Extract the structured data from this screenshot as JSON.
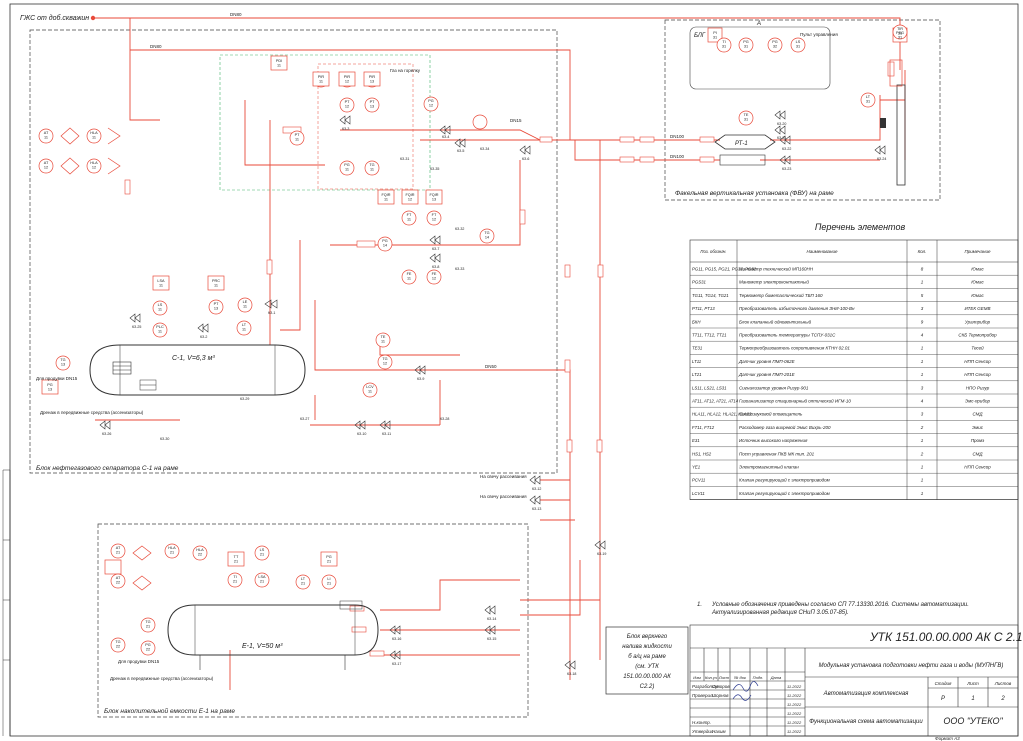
{
  "header": {
    "gas_source": "ГЖС от доб.скважин",
    "flare_caption": "Факельная вертикальная установка (ФВУ) на раме",
    "separator_caption": "Блок нефтегазового сепаратора С-1 на раме",
    "storage_caption": "Блок накопительной емкости Е-1 на раме",
    "upper_loading_caption": [
      "Блок верхнего",
      "налива жидкости",
      "б а/ц на раме",
      "(см. УТК",
      "151.00.00.000 АК",
      "С2.2)"
    ]
  },
  "vessels": {
    "separator": "С-1, V=6,3 м³",
    "storage": "Е-1, V=50 м³",
    "heater": "РТ-1",
    "blg": "БЛГ",
    "blg_A": "А"
  },
  "elements_table": {
    "title": "Перечень элементов",
    "headers": [
      "Поз. обознач.",
      "Наименование",
      "Кол.",
      "Примечание"
    ],
    "rows": [
      [
        "PG11, PG15, PG21, PG31, PG32",
        "Манометр технический МП160НН",
        "8",
        "Юмас"
      ],
      [
        "PGS31",
        "Манометр электроконтактный",
        "1",
        "Юмас"
      ],
      [
        "TG11, TG14, TG21",
        "Термометр биметаллический ТБП 160",
        "5",
        "Юмас"
      ],
      [
        "PT11, PT13",
        "Преобразователь избыточного давления ЗНИ-100-Вн",
        "3",
        "ИТЕК GEMB"
      ],
      [
        "БКН",
        "Блок клапанный одновентильный",
        "9",
        "Уралприбор"
      ],
      [
        "TT11, TT12, TT21",
        "Преобразователь температуры ТСПУ-031С",
        "4",
        "СКБ Термоприбор"
      ],
      [
        "ТЕ31",
        "Термопреобразователь сопротивления КТНН 02.01",
        "1",
        "Тесей"
      ],
      [
        "LT11",
        "Датчик уровня ПМП-062Е",
        "1",
        "НПП Сенсор"
      ],
      [
        "LT21",
        "Датчик уровня ПМП-201Е",
        "1",
        "НПП Сенсор"
      ],
      [
        "LS11, LS21, LS31",
        "Сигнализатор уровня Ризур-901",
        "3",
        "НПО Ризур"
      ],
      [
        "AT11, AT12, AT21, AT14",
        "Газоанализатор стационарный оптический ИГМ-10",
        "4",
        "Эмс-прибор"
      ],
      [
        "HLA11, HLA12, HLA21, HLA22",
        "Светозвуковой оповещатель",
        "3",
        "СМД"
      ],
      [
        "FT11, FT12",
        "Расходомер газа вихревой Эмис Вихрь-200",
        "2",
        "Эмис"
      ],
      [
        "Е31",
        "Источник высокого напряжения",
        "1",
        "Промэ"
      ],
      [
        "HS1, HS2",
        "Пост управления ПКВ МК тип. 201",
        "2",
        "СМД"
      ],
      [
        "YE1",
        "Электромагнитный клапан",
        "1",
        "НПП Сенсор"
      ],
      [
        "PCV11",
        "Клапан регулирующий с электроприводом",
        "1",
        ""
      ],
      [
        "LCV11",
        "Клапан регулирующий с электроприводом",
        "1",
        ""
      ]
    ]
  },
  "note": {
    "number": "1.",
    "line1": "Условные обозначения приведены согласно СП 77.13330.2016. Системы автоматизации.",
    "line2": "Актуализированная редакция СНиП 3.05.07-85)."
  },
  "title_block": {
    "doc_code": "УТК 151.00.00.000 АК С 2.1",
    "project": "Модульная установка подготовки нефти газа и воды (МУПНГВ)",
    "subject": "Автоматизация комплексная",
    "drawing": "Функциональная схема автоматизации",
    "company": "ООО \"УТЕКО\"",
    "stage_label": "Стадия",
    "stage": "Р",
    "sheet_label": "Лист",
    "sheet": "1",
    "sheets_label": "Листов",
    "sheets": "2",
    "col_headers": [
      "Изм",
      "Кол.уч",
      "Лист",
      "№ док",
      "Подп.",
      "Дата"
    ],
    "role_rows": [
      [
        "Разработал",
        "Суворов",
        "11.2022"
      ],
      [
        "Проверил",
        "Шорнов",
        "11.2022"
      ],
      [
        "",
        "",
        "11.2022"
      ],
      [
        "",
        "",
        "11.2022"
      ],
      [
        "Н.контр.",
        "",
        "11.2022"
      ],
      [
        "Утвердил",
        "Нахим",
        "11.2022"
      ]
    ],
    "format": "Формат А3"
  },
  "instruments": {
    "separator": [
      {
        "id": "PDI",
        "n": "11"
      },
      {
        "id": "PIR",
        "n": "11"
      },
      {
        "id": "PIR",
        "n": "12"
      },
      {
        "id": "PIR",
        "n": "13"
      },
      {
        "id": "PT",
        "n": "11"
      },
      {
        "id": "PT",
        "n": "12"
      },
      {
        "id": "PT",
        "n": "13"
      },
      {
        "id": "PG",
        "n": "11"
      },
      {
        "id": "TG",
        "n": "11"
      },
      {
        "id": "PG",
        "n": "12"
      },
      {
        "id": "FQIR",
        "n": "11"
      },
      {
        "id": "FQIR",
        "n": "12"
      },
      {
        "id": "FQIR",
        "n": "13"
      },
      {
        "id": "FT",
        "n": "11"
      },
      {
        "id": "FT",
        "n": "12"
      },
      {
        "id": "FE",
        "n": "11"
      },
      {
        "id": "FE",
        "n": "12"
      },
      {
        "id": "PG",
        "n": "14"
      },
      {
        "id": "TG",
        "n": "14"
      },
      {
        "id": "LSA",
        "n": "11"
      },
      {
        "id": "LS",
        "n": "11"
      },
      {
        "id": "PRC",
        "n": "11"
      },
      {
        "id": "PT",
        "n": "13"
      },
      {
        "id": "LE",
        "n": "11"
      },
      {
        "id": "LT",
        "n": "11"
      },
      {
        "id": "PG",
        "n": "13"
      },
      {
        "id": "TG",
        "n": "13"
      },
      {
        "id": "TE",
        "n": "11"
      },
      {
        "id": "TG",
        "n": "12"
      },
      {
        "id": "LCV",
        "n": "11"
      },
      {
        "id": "PLC",
        "n": "11"
      }
    ],
    "gas_analyzers": [
      {
        "id": "AT",
        "n": "11"
      },
      {
        "id": "AT",
        "n": "12"
      },
      {
        "id": "HLA",
        "n": "11"
      },
      {
        "id": "HLA",
        "n": "12"
      }
    ],
    "flare": [
      {
        "id": "PI",
        "n": "31"
      },
      {
        "id": "TI",
        "n": "31"
      },
      {
        "id": "PG",
        "n": "31"
      },
      {
        "id": "PG",
        "n": "32"
      },
      {
        "id": "LS",
        "n": "31"
      },
      {
        "id": "TE",
        "n": "31"
      },
      {
        "id": "LT",
        "n": "31"
      },
      {
        "id": "PSG",
        "n": "31"
      },
      {
        "id": "TIR",
        "n": "31"
      }
    ],
    "storage": [
      {
        "id": "AT",
        "n": "21"
      },
      {
        "id": "AT",
        "n": "22"
      },
      {
        "id": "HLA",
        "n": "21"
      },
      {
        "id": "HLA",
        "n": "22"
      },
      {
        "id": "TT",
        "n": "21"
      },
      {
        "id": "TI",
        "n": "21"
      },
      {
        "id": "LSA",
        "n": "21"
      },
      {
        "id": "LS",
        "n": "21"
      },
      {
        "id": "PG",
        "n": "21"
      },
      {
        "id": "LT",
        "n": "21"
      },
      {
        "id": "LI",
        "n": "21"
      },
      {
        "id": "TG",
        "n": "21"
      },
      {
        "id": "PG",
        "n": "22"
      },
      {
        "id": "TG",
        "n": "22"
      }
    ]
  },
  "labels": {
    "dn_small": "DN15",
    "dn_main": "DN80",
    "dn_drain": "DN50",
    "dn_flare": "DN100",
    "valve_labels": [
      "КЗ-1",
      "КЗ-2",
      "КЗ-3",
      "КЗ-4",
      "КЗ-5",
      "КЗ-6",
      "КЗ-7",
      "КЗ-8",
      "КЗ-9",
      "КЗ-10",
      "КЗ-11",
      "КЗ-12",
      "КЗ-13",
      "КЗ-14",
      "КЗ-15",
      "КЗ-16",
      "КЗ-17",
      "КЗ-18",
      "КЗ-19",
      "КЗ-20",
      "КЗ-21",
      "КЗ-22",
      "КЗ-23",
      "КЗ-24",
      "КЗ-25",
      "КЗ-26",
      "КЗ-27",
      "КЗ-28",
      "КЗ-29",
      "КЗ-30",
      "КЗ-31",
      "КЗ-32",
      "КЗ-33",
      "КЗ-34",
      "КЗ-35"
    ],
    "drain_text": "Дренаж в передвижные средства (ассенизаторы)",
    "pressure_vent": "На свечу рассеивания",
    "flare_pilot": "Пульт управления",
    "gas_to_burner": "Газ на горелку",
    "from_pump": "Для продувки DN15"
  },
  "colors": {
    "pipe": "#e84a3a",
    "frame": "#333333",
    "dash": "#444444",
    "green": "#44b56a",
    "instrument": "#e84a3a",
    "ink": "#222222"
  }
}
